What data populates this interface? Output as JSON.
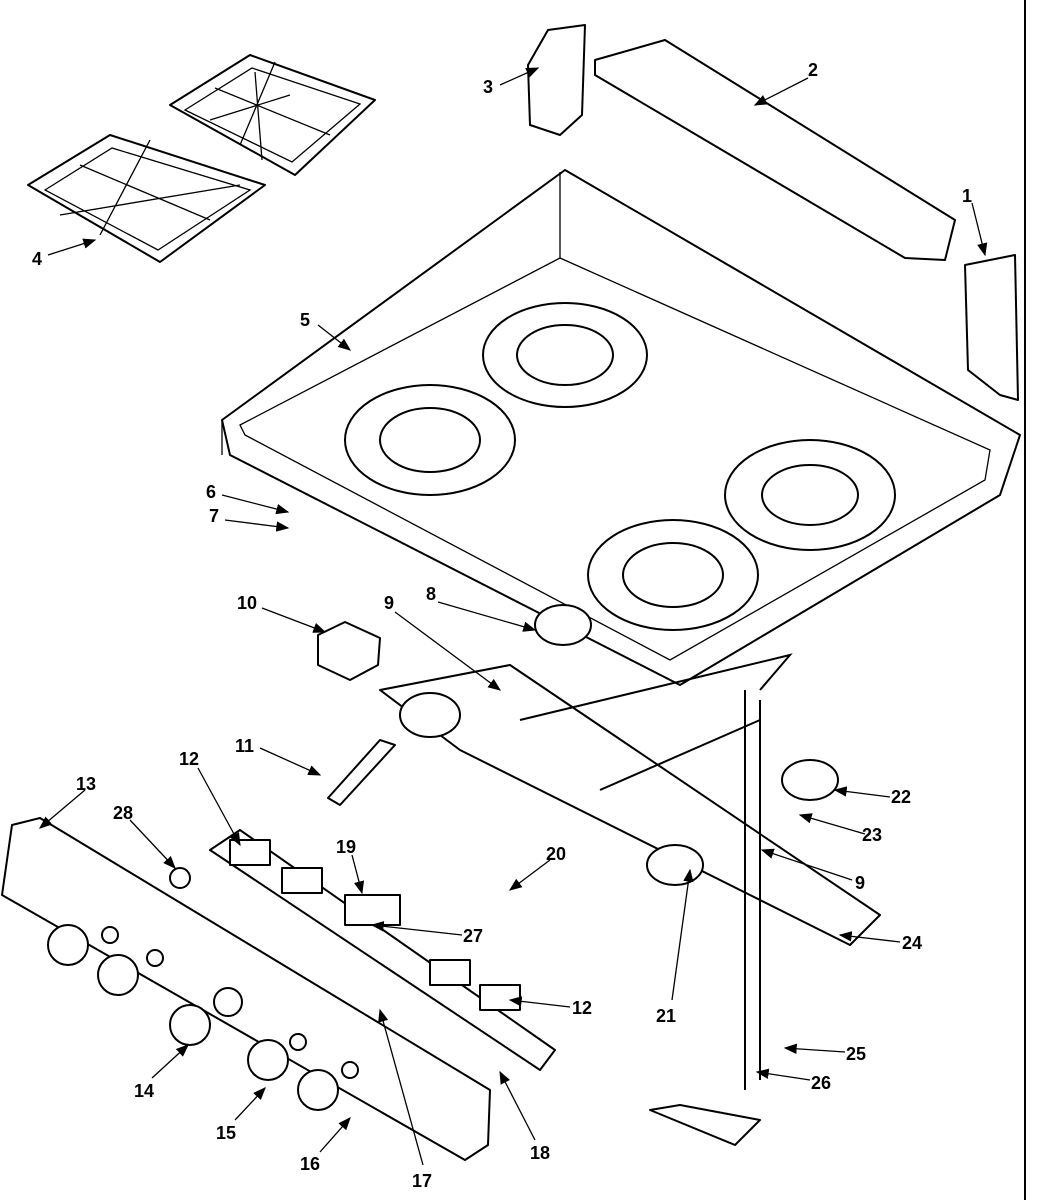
{
  "diagram": {
    "callouts": [
      "1",
      "2",
      "3",
      "4",
      "5",
      "6",
      "7",
      "8",
      "9",
      "10",
      "11",
      "12",
      "13",
      "14",
      "15",
      "16",
      "17",
      "18",
      "19",
      "20",
      "21",
      "22",
      "23",
      "9",
      "24",
      "25",
      "26",
      "27",
      "12",
      "28"
    ],
    "colors": {
      "line": "#000000",
      "background": "#ffffff"
    }
  }
}
